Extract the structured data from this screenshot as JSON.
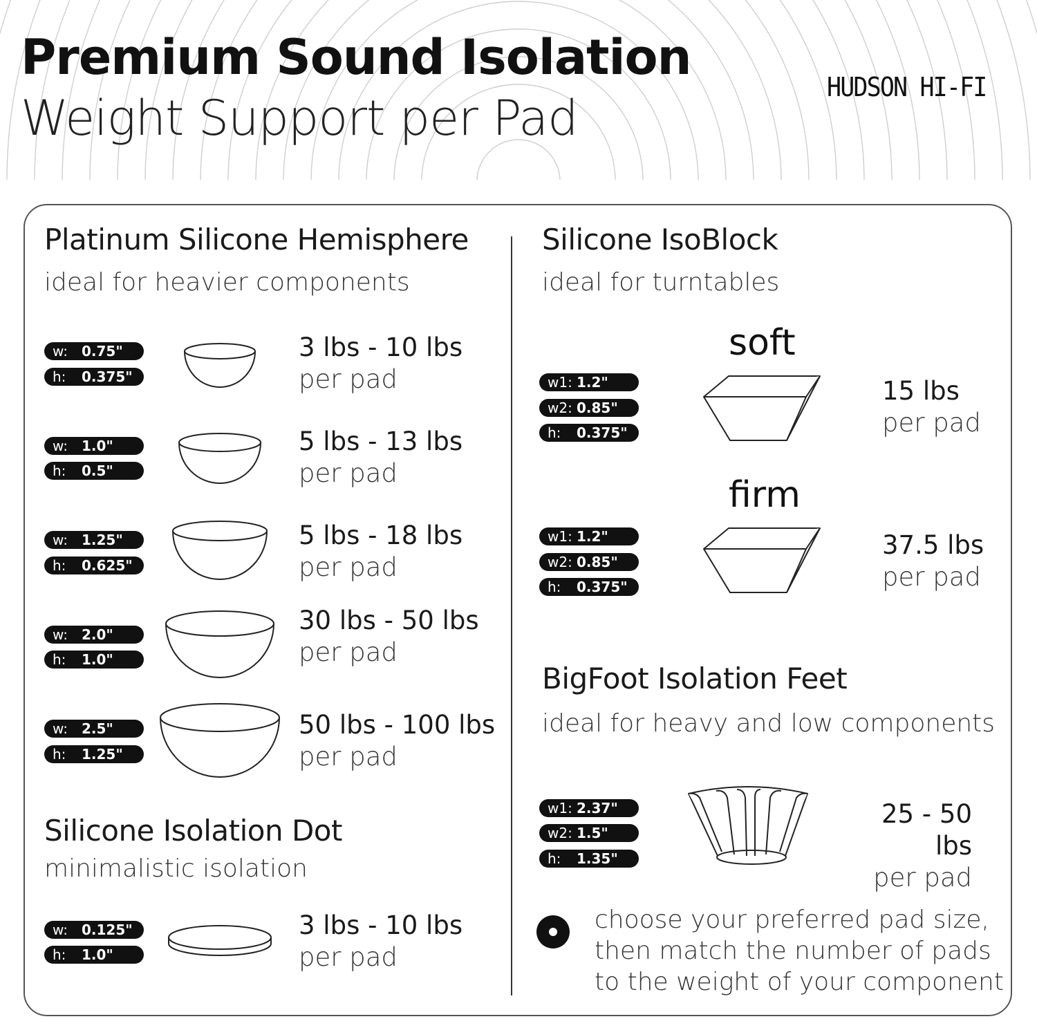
{
  "header": {
    "title": "Premium Sound Isolation",
    "subtitle": "Weight Support per Pad",
    "logo": "HUDSON HI-FI"
  },
  "hemisphere": {
    "title": "Platinum Silicone Hemisphere",
    "subtitle": "ideal for heavier components",
    "items": [
      {
        "w": "0.75\"",
        "h": "0.375\"",
        "range": "3 lbs - 10 lbs",
        "unit": "per pad"
      },
      {
        "w": "1.0\"",
        "h": "0.5\"",
        "range": "5 lbs - 13 lbs",
        "unit": "per pad"
      },
      {
        "w": "1.25\"",
        "h": "0.625\"",
        "range": "5 lbs - 18 lbs",
        "unit": "per pad"
      },
      {
        "w": "2.0\"",
        "h": "1.0\"",
        "range": "30 lbs - 50 lbs",
        "unit": "per pad"
      },
      {
        "w": "2.5\"",
        "h": "1.25\"",
        "range": "50 lbs - 100 lbs",
        "unit": "per pad"
      }
    ]
  },
  "dot": {
    "title": "Silicone Isolation Dot",
    "subtitle": "minimalistic isolation",
    "item": {
      "w": "0.125\"",
      "h": "1.0\"",
      "range": "3 lbs - 10 lbs",
      "unit": "per pad"
    }
  },
  "isoblock": {
    "title": "Silicone IsoBlock",
    "subtitle": "ideal for turntables",
    "items": [
      {
        "label": "soft",
        "w1": "1.2\"",
        "w2": "0.85\"",
        "h": "0.375\"",
        "weight": "15 lbs",
        "unit": "per pad"
      },
      {
        "label": "firm",
        "w1": "1.2\"",
        "w2": "0.85\"",
        "h": "0.375\"",
        "weight": "37.5 lbs",
        "unit": "per pad"
      }
    ]
  },
  "bigfoot": {
    "title": "BigFoot Isolation Feet",
    "subtitle": "ideal for heavy and low components",
    "item": {
      "w1": "2.37\"",
      "w2": "1.5\"",
      "h": "1.35\"",
      "weight": "25 - 50 lbs",
      "unit": "per pad"
    }
  },
  "labels": {
    "w": "w:",
    "h": "h:",
    "w1": "w1:",
    "w2": "w2:"
  },
  "note": {
    "line1": "choose your preferred pad size,",
    "line2": "then match the number of pads",
    "line3": "to the weight of your component"
  }
}
